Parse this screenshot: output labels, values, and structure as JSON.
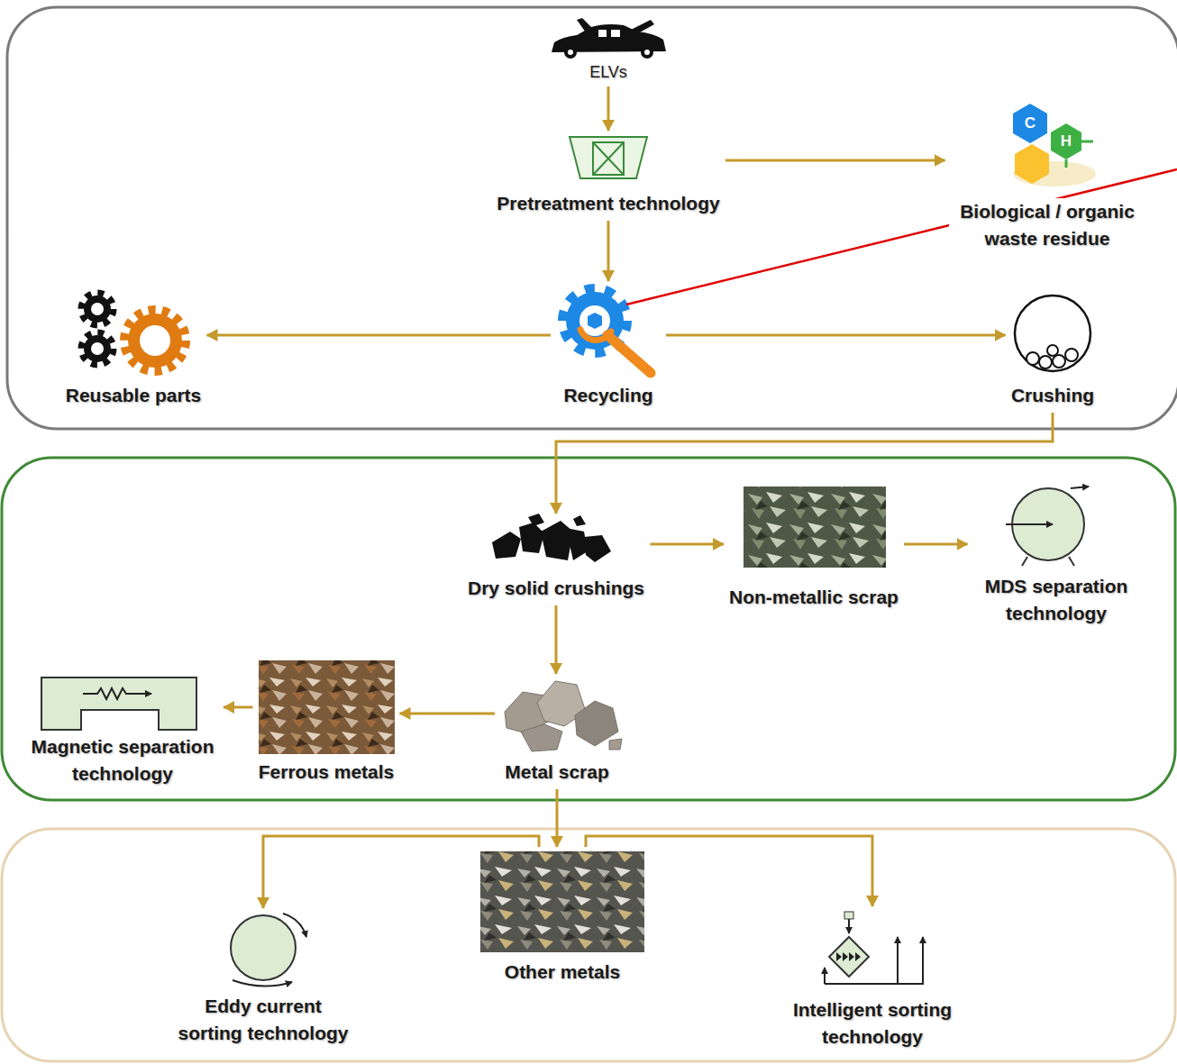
{
  "diagram": {
    "nodes": [
      {
        "text": [
          "ELVs"
        ]
      },
      {
        "text": [
          "Pretreatment technology"
        ]
      },
      {
        "text": [
          "Biological / organic waste residue"
        ]
      },
      {
        "text": [
          "Reusable parts"
        ]
      },
      {
        "text": [
          "Recycling"
        ]
      },
      {
        "text": [
          "Crushing"
        ]
      },
      {
        "text": [
          "Dry solid crushings"
        ]
      },
      {
        "text": [
          "Non-metallic scrap"
        ]
      },
      {
        "text": [
          "MDS separation technology"
        ]
      },
      {
        "text": [
          "Magnetic separation technology"
        ]
      },
      {
        "text": [
          "Ferrous metals"
        ]
      },
      {
        "text": [
          "Metal scrap"
        ]
      },
      {
        "text": [
          "Other metals"
        ]
      },
      {
        "text": [
          "Eddy current sorting technology"
        ]
      },
      {
        "text": [
          "Intelligent sorting technology"
        ]
      }
    ],
    "edges": [
      {
        "from": 0,
        "to": 1,
        "arrow": "to"
      },
      {
        "from": 1,
        "to": 2,
        "arrow": "to"
      },
      {
        "from": 1,
        "to": 4,
        "arrow": "to"
      },
      {
        "from": 4,
        "to": 3,
        "arrow": "to"
      },
      {
        "from": 4,
        "to": 5,
        "arrow": "to"
      },
      {
        "from": 5,
        "to": 6,
        "arrow": "to"
      },
      {
        "from": 6,
        "to": 7,
        "arrow": "to"
      },
      {
        "from": 7,
        "to": 8,
        "arrow": "to"
      },
      {
        "from": 6,
        "to": 11,
        "arrow": "to"
      },
      {
        "from": 11,
        "to": 10,
        "arrow": "to"
      },
      {
        "from": 10,
        "to": 9,
        "arrow": "to"
      },
      {
        "from": 11,
        "to": 12,
        "arrow": "to"
      },
      {
        "from": 12,
        "to": 13,
        "arrow": "to"
      },
      {
        "from": 12,
        "to": 14,
        "arrow": "to"
      }
    ],
    "labels": [
      "C",
      "H"
    ]
  }
}
